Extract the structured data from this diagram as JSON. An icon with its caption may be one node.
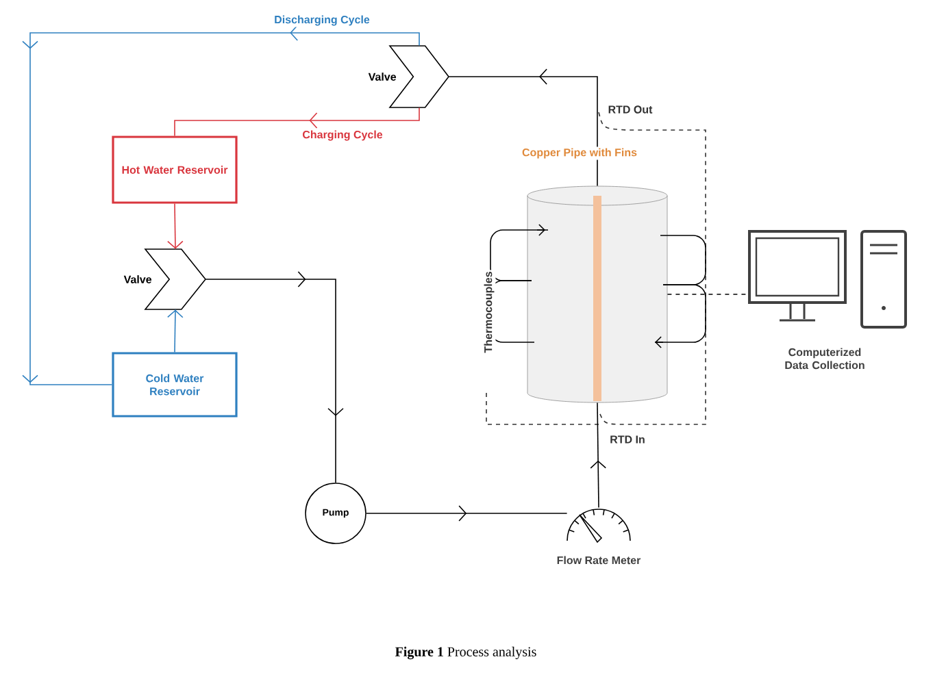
{
  "diagram": {
    "caption": "**Figure 1** Process analysis",
    "nodes": [
      {
        "text": [
          "Valve"
        ]
      },
      {
        "text": [
          "Hot Water Reservoir"
        ]
      },
      {
        "text": [
          "Valve"
        ]
      },
      {
        "text": [
          "Cold Water Reservoir"
        ]
      },
      {
        "text": [
          "Pump"
        ]
      },
      {
        "text": [
          "Flow Rate Meter"
        ]
      },
      {
        "text": [],
        "shape": "cylinder"
      },
      {
        "text": [
          "Computerized Data Collection"
        ]
      }
    ],
    "edges": [
      {
        "from": 0,
        "to": 1,
        "arrow": "to",
        "label": "Charging Cycle",
        "color": "#d9363e"
      },
      {
        "from": 0,
        "to": 3,
        "arrow": "to",
        "label": "Discharging Cycle",
        "color": "#2f80c0"
      },
      {
        "from": 1,
        "to": 2,
        "arrow": "to",
        "color": "#d9363e"
      },
      {
        "from": 3,
        "to": 2,
        "arrow": "to",
        "color": "#2f80c0"
      },
      {
        "from": 2,
        "to": 4,
        "arrow": "to"
      },
      {
        "from": 4,
        "to": 5,
        "arrow": "to"
      },
      {
        "from": 5,
        "to": 6,
        "arrow": "to"
      },
      {
        "from": 6,
        "to": 0,
        "arrow": "to"
      },
      {
        "from": 6,
        "to": 7,
        "arrow": "none",
        "style": "dashed"
      }
    ],
    "labels": [
      "Copper Pipe with Fins",
      "Thermocouples",
      "RTD Out",
      "RTD In"
    ]
  }
}
